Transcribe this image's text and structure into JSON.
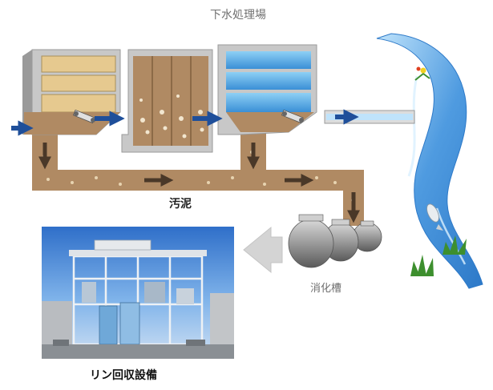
{
  "labels": {
    "title": "下水処理場",
    "sludge": "汚泥",
    "digester": "消化槽",
    "recovery_plant": "リン回収設備"
  },
  "colors": {
    "sludge": "#b08a63",
    "sludge_dark": "#8c6a47",
    "tank_wall": "#c8c8c8",
    "tank_shadow": "#9a9a9a",
    "water": "#3a8fd6",
    "water_light": "#8ed0f5",
    "sand": "#e6c98f",
    "arrow_blue": "#1f4f9a",
    "arrow_brown": "#4a3828",
    "arrow_gray": "#d4d4d4",
    "river": "#4f9be0",
    "grass": "#3d8f2e"
  }
}
